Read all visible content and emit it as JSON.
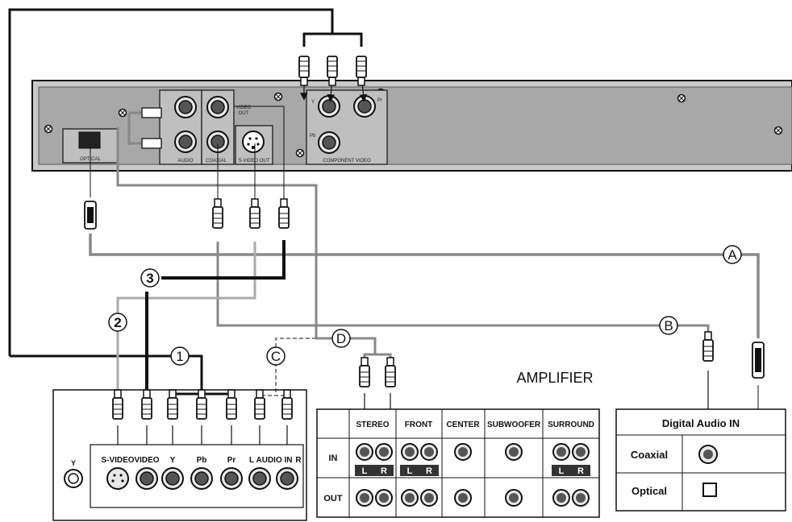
{
  "player_panel": {
    "optical_label": "OPTICAL",
    "audio_label": "AUDIO",
    "coaxial_label": "COAXIAL",
    "svideo_out_label": "S-VIDEO OUT",
    "video_out_label_1": "VIDEO",
    "video_out_label_2": "OUT",
    "component_label": "COMPONENT VIDEO",
    "y_label": "Y",
    "pb_label": "Pb",
    "pr_label": "Pr"
  },
  "tv_panel": {
    "svideo": "S-VIDEO",
    "video": "VIDEO",
    "y": "Y",
    "pb": "Pb",
    "pr": "Pr",
    "audio_l": "L",
    "audio_in": "AUDIO IN",
    "audio_r": "R"
  },
  "amplifier": {
    "title": "AMPLIFIER",
    "columns": [
      "STEREO",
      "FRONT",
      "CENTER",
      "SUBWOOFER",
      "SURROUND"
    ],
    "rows": [
      "IN",
      "OUT"
    ],
    "l": "L",
    "r": "R"
  },
  "digital_audio": {
    "title": "Digital Audio IN",
    "coaxial": "Coaxial",
    "optical": "Optical"
  },
  "markers": {
    "m1": "1",
    "m2": "2",
    "m3": "3",
    "mA": "A",
    "mB": "B",
    "mC": "C",
    "mD": "D"
  }
}
